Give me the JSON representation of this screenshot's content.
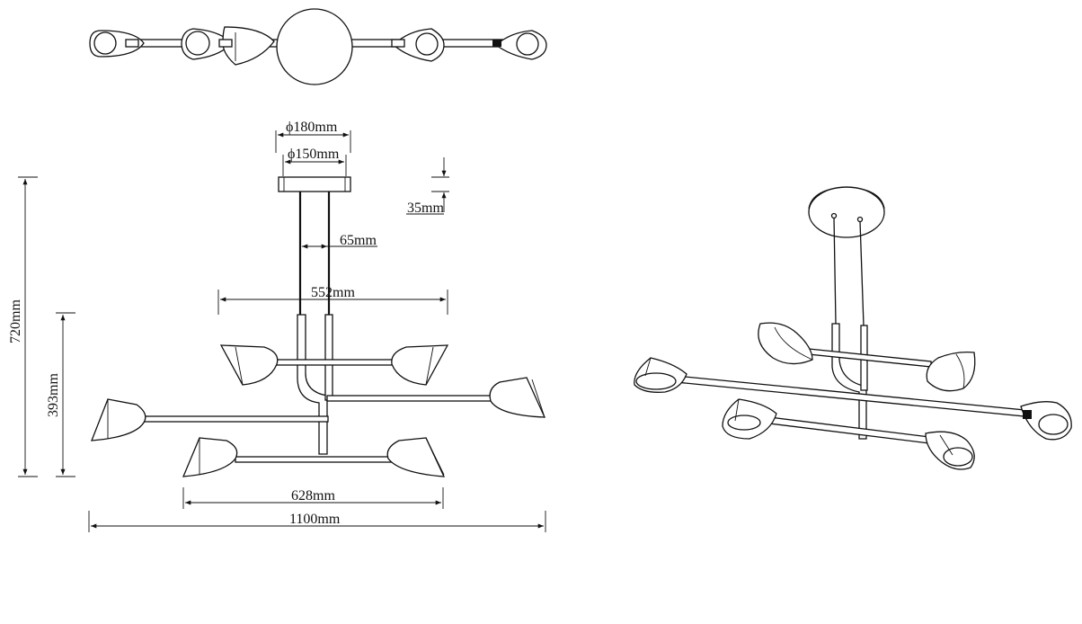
{
  "dimensions": {
    "canopy_outer": "ϕ180mm",
    "canopy_inner": "ϕ150mm",
    "canopy_height": "35mm",
    "rod_spacing": "65mm",
    "inner_span": "552mm",
    "total_height": "720mm",
    "body_height": "393mm",
    "lower_span": "628mm",
    "total_width": "1100mm"
  }
}
